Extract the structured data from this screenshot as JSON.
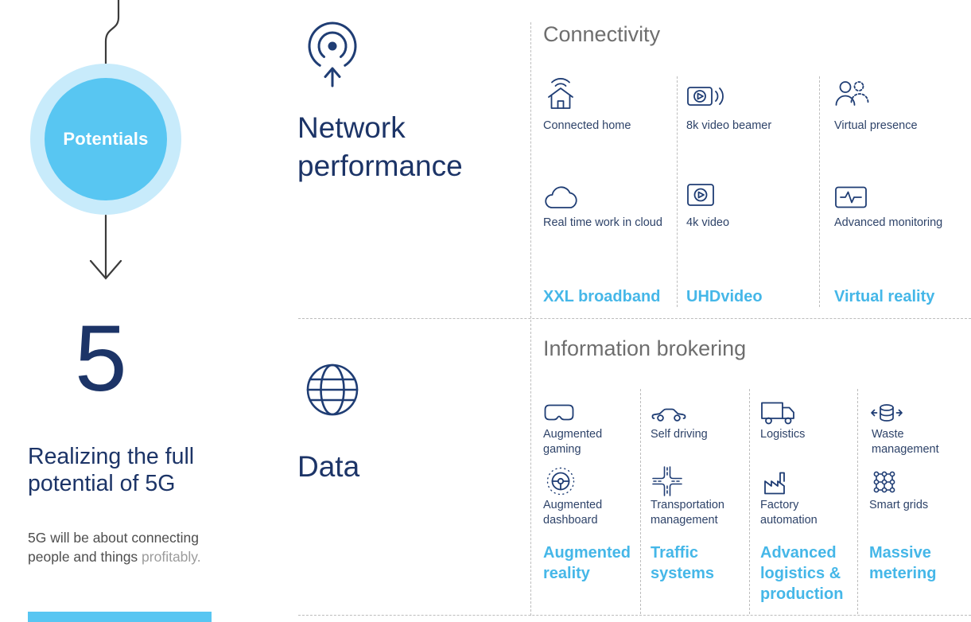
{
  "palette": {
    "navy": "#1c3467",
    "cyan_accent": "#45b7e8",
    "bubble_fill": "#58c6f2",
    "bubble_halo": "#c8ebfb",
    "heading_gray": "#6e6e6e"
  },
  "left": {
    "bubble_label": "Potentials",
    "big_number": "5",
    "headline": "Realizing the full potential of 5G",
    "body": "5G will be about connecting people and things",
    "body_light": "profitably."
  },
  "network": {
    "category_label": "Network performance",
    "category_icon": "broadcast-antenna-icon",
    "section_title": "Connectivity",
    "cols": [
      {
        "icon1": "connected-home-icon",
        "label1": "Connected home",
        "icon2": "cloud-icon",
        "label2": "Real time work in cloud",
        "footer": "XXL broadband"
      },
      {
        "icon1": "video-beamer-icon",
        "label1": "8k video beamer",
        "icon2": "video-4k-icon",
        "label2": "4k video",
        "footer": "UHDvideo"
      },
      {
        "icon1": "virtual-presence-icon",
        "label1": "Virtual presence",
        "icon2": "monitoring-icon",
        "label2": "Advanced monitoring",
        "footer": "Virtual reality"
      }
    ]
  },
  "brokering": {
    "category_label": "Data",
    "category_icon": "globe-icon",
    "section_title": "Information brokering",
    "cols": [
      {
        "icon1": "vr-headset-icon",
        "label1": "Augmented gaming",
        "icon2": "steering-wheel-icon",
        "label2": "Augmented dashboard",
        "footer": "Augmented reality"
      },
      {
        "icon1": "car-icon",
        "label1": "Self driving",
        "icon2": "intersection-icon",
        "label2": "Transportation management",
        "footer": "Traffic systems"
      },
      {
        "icon1": "truck-icon",
        "label1": "Logistics",
        "icon2": "factory-icon",
        "label2": "Factory automation",
        "footer": "Advanced logistics & production"
      },
      {
        "icon1": "waste-container-icon",
        "label1": "Waste management",
        "icon2": "smart-grid-icon",
        "label2": "Smart grids",
        "footer": "Massive metering"
      }
    ]
  }
}
